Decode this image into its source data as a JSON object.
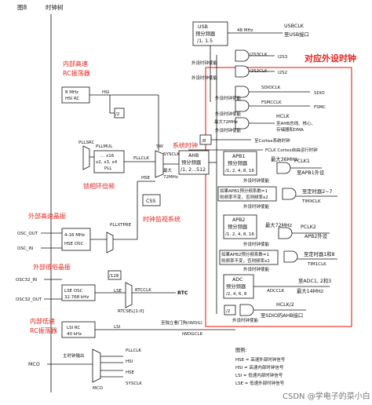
{
  "figure": {
    "number": "图8",
    "title": "时钟树"
  },
  "annotations": {
    "peripheral_clock": "对应外设时钟",
    "hse_group": "内部高速\nRC振荡器",
    "hsi_note": "内部高速",
    "hsi_note2": "RC振荡器",
    "pll_note": "锁相环倍频",
    "system_clock": "系统时钟",
    "css_note": "时钟监视系统",
    "hse_ext": "外部高速晶振",
    "lse_ext": "外部低俗晶振",
    "lsi_int": "内部低速",
    "lsi_int2": "RC振荡器"
  },
  "blocks": {
    "usb_prescaler": "USB\n预分频器\n/1, 1.5",
    "hsi_rc": "8 MHz\nHSI RC",
    "div2": "/2",
    "pll": "x2, x3, x4\n... x16\nPLL",
    "pllmul": "PLLMUL",
    "pllsrc": "PLLSRC",
    "ahb_prescaler": "AHB\n预分频器\n/1, 2...512",
    "apb1_prescaler": "APB1\n预分频器\n/1, 2, 4, 8, 16",
    "apb2_prescaler": "APB2\n预分频器\n/1, 2, 4, 8, 16",
    "adc_prescaler": "ADC\n预分频器\n/2, 4, 6, 8",
    "div8": "/8",
    "css": "CSS",
    "hse_osc": "4-16 MHz\nHSE OSC",
    "lse_osc": "LSE OSC\n32.768 kHz",
    "lsi_rc": "LSI RC\n40 kHz",
    "div128": "/128",
    "pllxtpre": "PLLXTPRE",
    "apb1_mult": "如果APB1预分频系数=1\n则频率不变，否则频率x2",
    "apb2_mult": "如果APB2预分频系数=1\n则频率不变，否则频率x2",
    "div2b": "/2"
  },
  "labels": {
    "usbclk": "USBCLK",
    "usb_to": "至USB接口",
    "freq48": "48 MHz",
    "hsi": "HSI",
    "pllclk": "PLLCLK",
    "hse": "HSE",
    "sw": "SW",
    "sysclk": "SYSCLK",
    "max72": "最大\n72MHz",
    "i2s3clk": "I2S3CLK",
    "i2s2clk": "I2S2CLK",
    "i2s3": "I2S3",
    "i2s2": "I2S2",
    "sdioclk": "SDIOCLK",
    "fsmcclk": "FSMCCLK",
    "sdio": "SDIO",
    "fsmc": "FSMC",
    "hclk": "HCLK",
    "hclk_to": "至AHB总线、核心、\n存储器和DMA",
    "to_cortex": "至Cortex系统时钟",
    "fclk": "FCLK Cortex自由运行时钟",
    "max72b": "最大72MHz",
    "max36": "最大36MHz",
    "pclk1": "PCLK1",
    "apb1_to": "至APB1外设",
    "tim27": "至定时器2~7",
    "timxclk": "TIMXCLK",
    "max72c": "最大72MHz",
    "pclk2": "PCLK2",
    "apb2_to": "APB2外设",
    "tim18": "至定时器1和8",
    "tim1clk": "TIM1CLK",
    "adcclk": "ADCCLK",
    "adc_to": "至ADC1, 2和3",
    "max14": "最大14MHz",
    "hclk2": "HCLK/2",
    "sdio_ahb": "至SDIO的AHB接口",
    "osc_out": "OSC_OUT",
    "osc_in": "OSC_IN",
    "osc32_in": "OSC32_IN",
    "osc32_out": "OSC32_OUT",
    "lse": "LSE",
    "lsi": "LSI",
    "rtcclk": "RTCCLK",
    "rtc": "RTC",
    "rtcsel": "RTCSEL[1:0]",
    "iwdg_to": "至独立看门狗(IWDG)",
    "iwdgclk": "IWDGCLK",
    "mco_out": "主时钟输出",
    "mco": "MCO",
    "mco_sel": "MCO",
    "mco_pll": "PLLCLK",
    "mco_hsi": "HSI",
    "mco_hse": "HSE",
    "mco_sys": "SYSCLK",
    "en": "外设时钟使能",
    "pll_x16": "... x16"
  },
  "legend": {
    "title": "图例:",
    "items": [
      "HSE = 高速外部时钟信号",
      "HSI = 高速内部时钟信号",
      "LSI = 低速内部时钟信号",
      "LSE = 低速外部时钟信号"
    ]
  },
  "watermark": "CSDN @学电子的菜小白"
}
